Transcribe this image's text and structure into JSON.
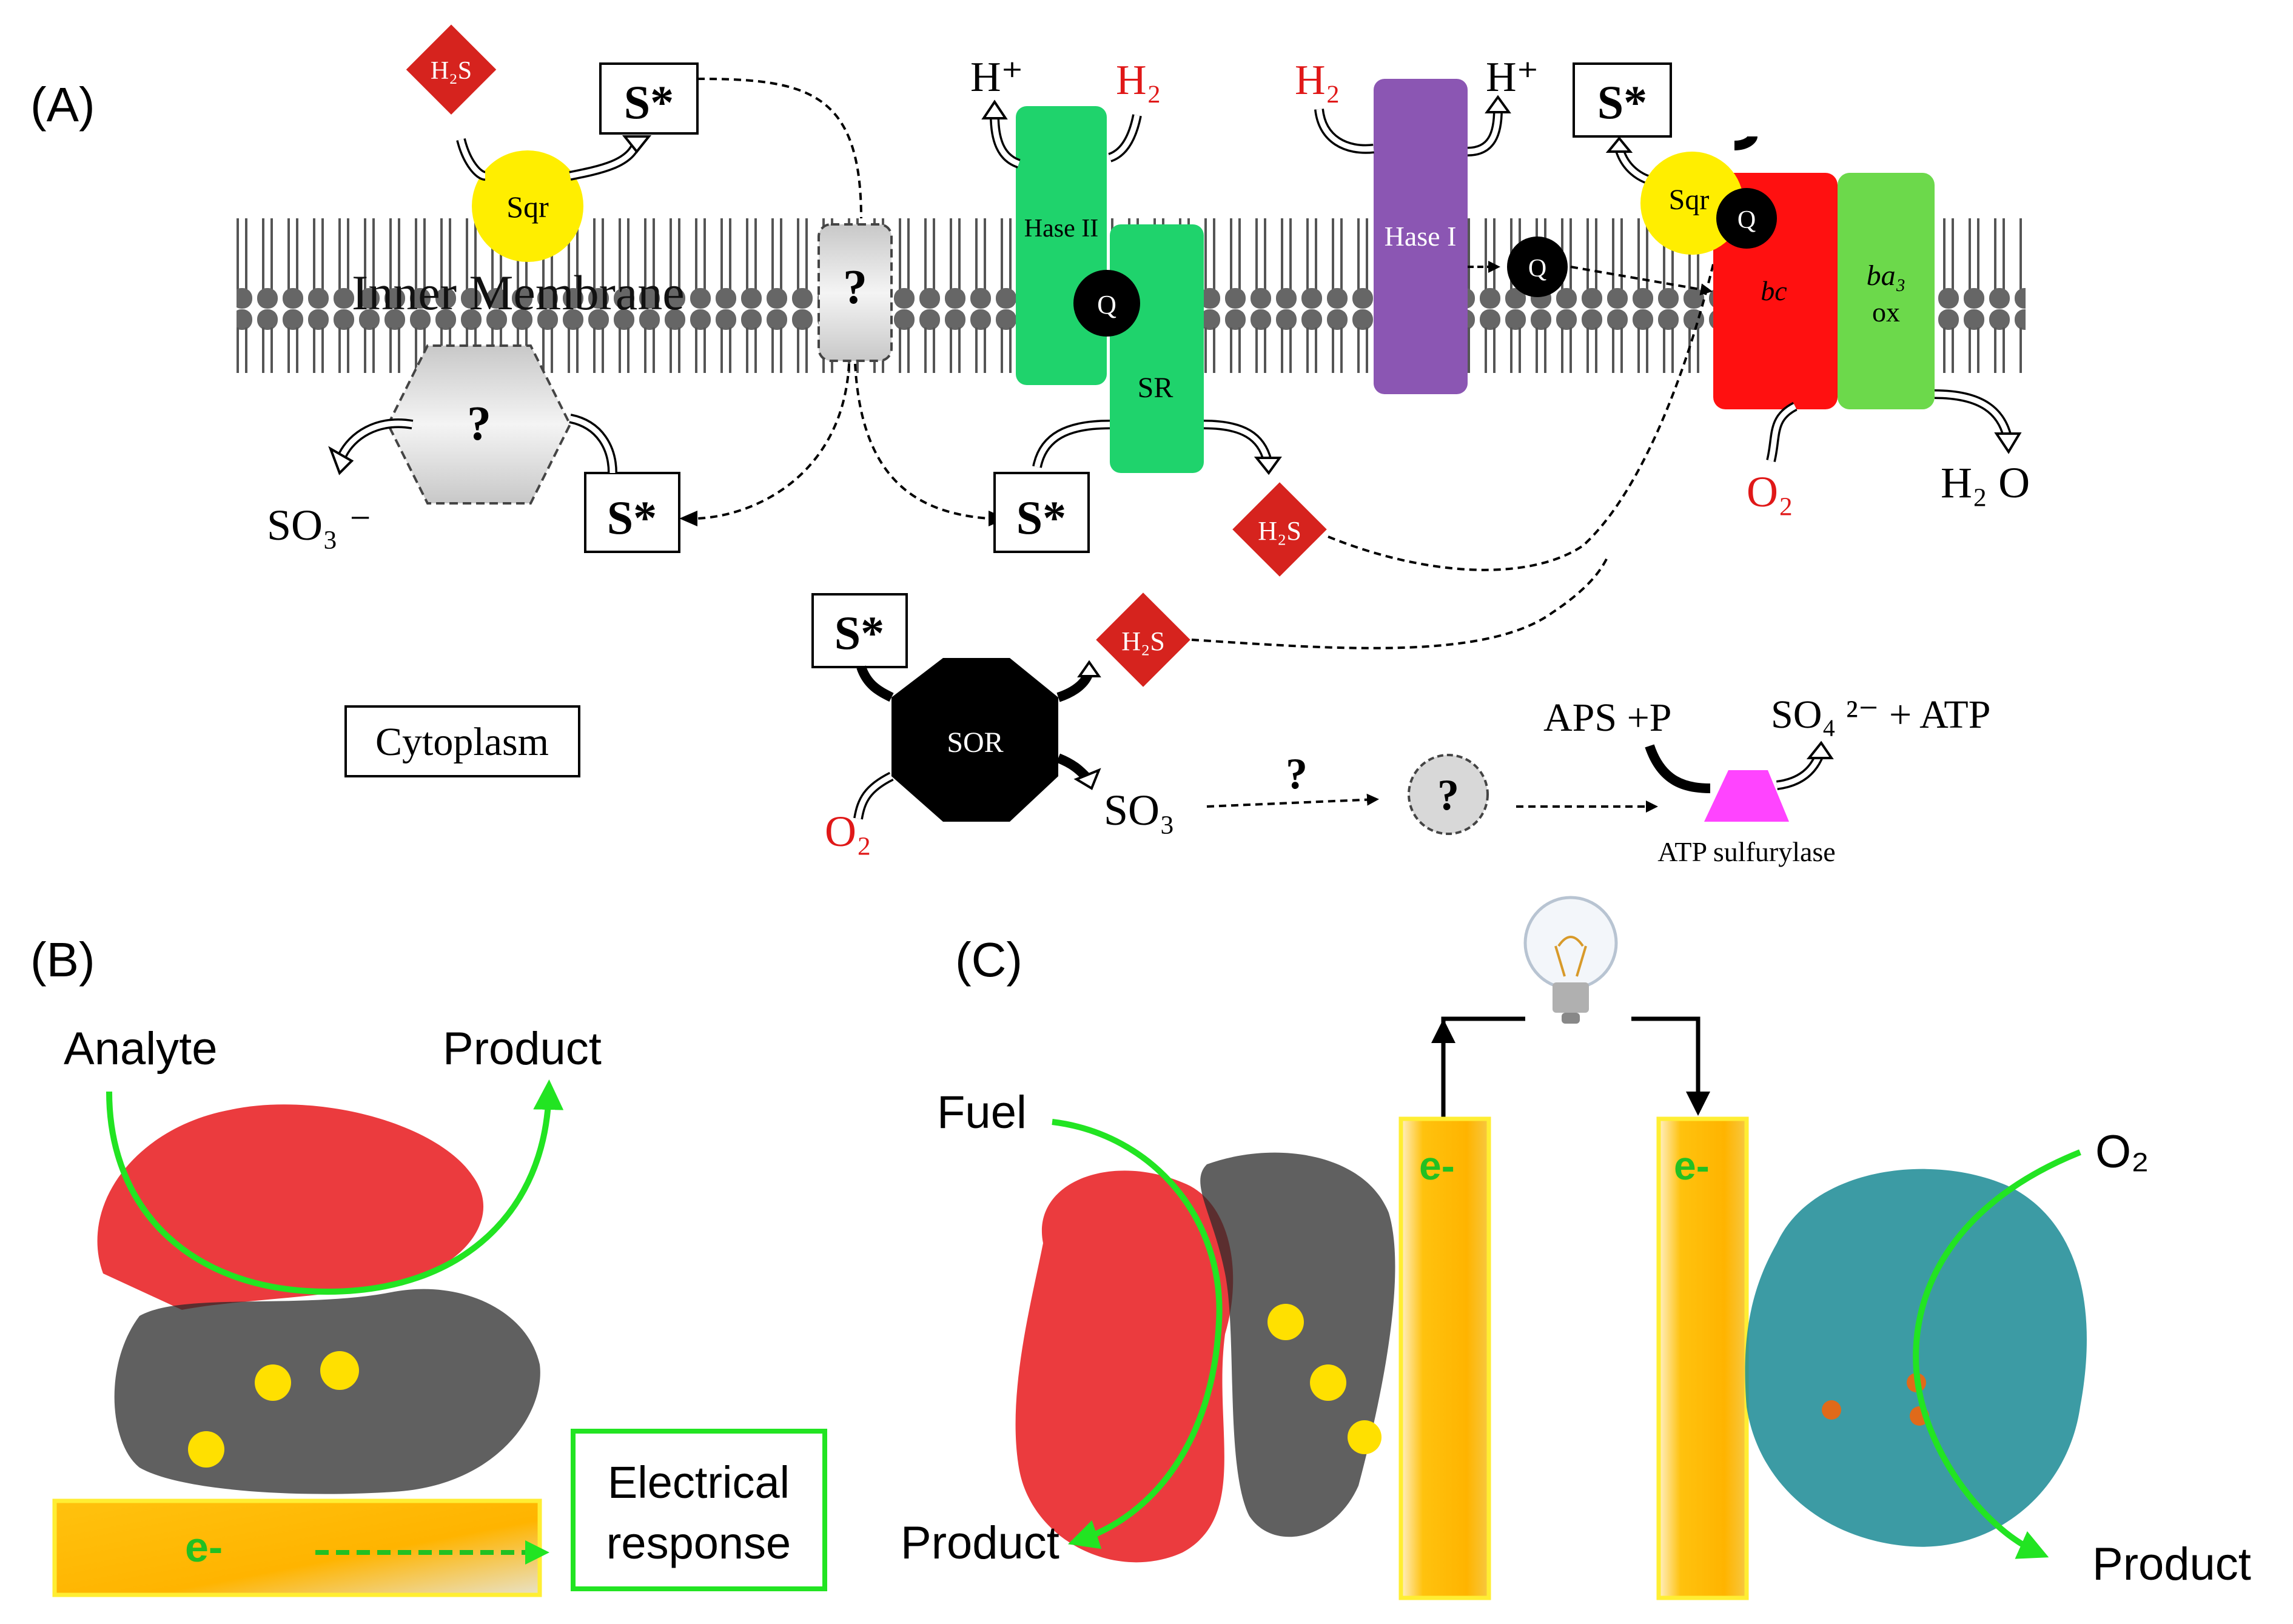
{
  "panels": {
    "a": {
      "label": "(A)",
      "membrane": "Inner Membrane",
      "cytoplasm": "Cytoplasm",
      "unknown": "?",
      "sqr": "Sqr",
      "h2s": "H₂S",
      "s_star": "S*",
      "hase2": "Hase II",
      "hase1": "Hase I",
      "sr": "SR",
      "q": "Q",
      "bc": "bc",
      "ba3": "ba₃",
      "ox": "ox",
      "h_plus": "H⁺",
      "h2": "H₂",
      "o2": "O₂",
      "h2o": "H₂ O",
      "so3_minus": "SO₃ ⁻",
      "so3": "SO₃",
      "sor": "SOR",
      "aps": "APS +P",
      "so4": "SO₄ ²⁻ + ATP",
      "atp_sulfurylase": "ATP sulfurylase"
    },
    "b": {
      "label": "(B)",
      "analyte": "Analyte",
      "product": "Product",
      "electron": "e-",
      "response_line1": "Electrical",
      "response_line2": "response"
    },
    "c": {
      "label": "(C)",
      "fuel": "Fuel",
      "product_left": "Product",
      "electron": "e-",
      "o2": "O₂",
      "product_right": "Product"
    }
  },
  "colors": {
    "membrane": "#5a5a5a",
    "sqr": "#ffee00",
    "h2s": "#d6231e",
    "hase2": "#1fd36c",
    "hase1": "#8b56b3",
    "bc": "#ff1010",
    "ba3": "#6cd94b",
    "electrode": "#ffc20e",
    "arrow_green": "#22e422",
    "enzyme_red": "#e8191c",
    "enzyme_teal": "#1a8a94",
    "sulfurylase": "#ff44ff",
    "red_text": "#e01818"
  }
}
